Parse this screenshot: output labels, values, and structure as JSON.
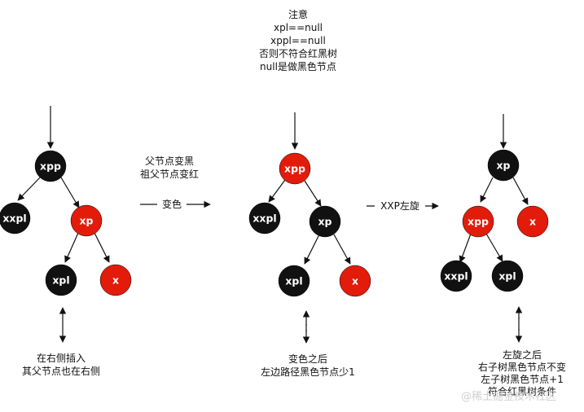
{
  "colors": {
    "black_node": "#111111",
    "red_node": "#e21b0b",
    "line": "#111111"
  },
  "note": {
    "lines": [
      "注意",
      "xpl==null",
      "xppl==null",
      "否则不符合红黑树",
      "null是做黑色节点"
    ]
  },
  "steps": {
    "step1_caption": "父节点变黑\n祖父节点变红",
    "step1_arrow_label": "变色",
    "step2_arrow_label": "XXP左旋"
  },
  "trees": [
    {
      "nodes": [
        {
          "id": "xpp",
          "label": "xpp",
          "color": "black"
        },
        {
          "id": "xxpl",
          "label": "xxpl",
          "color": "black"
        },
        {
          "id": "xp",
          "label": "xp",
          "color": "red"
        },
        {
          "id": "xpl",
          "label": "xpl",
          "color": "black"
        },
        {
          "id": "x",
          "label": "x",
          "color": "red"
        }
      ],
      "caption": "在右侧插入\n其父节点也在右侧"
    },
    {
      "nodes": [
        {
          "id": "xpp",
          "label": "xpp",
          "color": "red"
        },
        {
          "id": "xxpl",
          "label": "xxpl",
          "color": "black"
        },
        {
          "id": "xp",
          "label": "xp",
          "color": "black"
        },
        {
          "id": "xpl",
          "label": "xpl",
          "color": "black"
        },
        {
          "id": "x",
          "label": "x",
          "color": "red"
        }
      ],
      "caption": "变色之后\n左边路径黑色节点少1"
    },
    {
      "nodes": [
        {
          "id": "xp",
          "label": "xp",
          "color": "black"
        },
        {
          "id": "xpp",
          "label": "xpp",
          "color": "red"
        },
        {
          "id": "x",
          "label": "x",
          "color": "red"
        },
        {
          "id": "xxpl",
          "label": "xxpl",
          "color": "black"
        },
        {
          "id": "xpl",
          "label": "xpl",
          "color": "black"
        }
      ],
      "caption": "左旋之后\n右子树黑色节点不变\n左子树黑色节点+1\n符合红黑树条件"
    }
  ],
  "watermark": "@稀土掘金技术社区"
}
